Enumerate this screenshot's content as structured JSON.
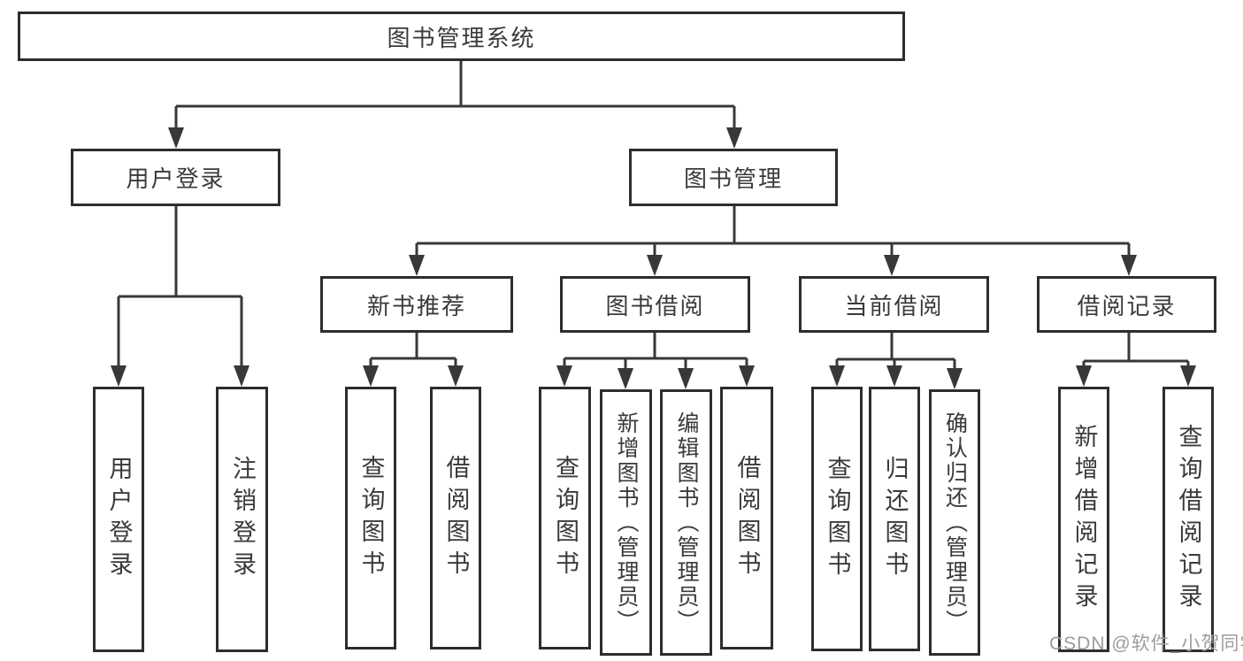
{
  "title_box": {
    "label": "图书管理系统"
  },
  "level2": {
    "user_login": {
      "label": "用户登录"
    },
    "book_mgmt": {
      "label": "图书管理"
    }
  },
  "level3": {
    "new_books": {
      "label": "新书推荐"
    },
    "book_borrow": {
      "label": "图书借阅"
    },
    "current_borrow": {
      "label": "当前借阅"
    },
    "borrow_records": {
      "label": "借阅记录"
    }
  },
  "leaves": {
    "user_login": [
      {
        "label": "用户登录"
      },
      {
        "label": "注销登录"
      }
    ],
    "new_books": [
      {
        "label": "查询图书"
      },
      {
        "label": "借阅图书"
      }
    ],
    "book_borrow": [
      {
        "label": "查询图书"
      },
      {
        "label": "新增图书（管理员）"
      },
      {
        "label": "编辑图书（管理员）"
      },
      {
        "label": "借阅图书"
      }
    ],
    "current_borrow": [
      {
        "label": "查询图书"
      },
      {
        "label": "归还图书"
      },
      {
        "label": "确认归还（管理员）"
      }
    ],
    "borrow_records": [
      {
        "label": "新增借阅记录"
      },
      {
        "label": "查询借阅记录"
      }
    ]
  },
  "watermark": {
    "text": "CSDN @软件_小贺同学"
  },
  "colors": {
    "line": "#383838",
    "box_border": "#2d2d2d",
    "text": "#3a3a3a",
    "watermark": "#9c9c9c",
    "background": "#ffffff"
  }
}
